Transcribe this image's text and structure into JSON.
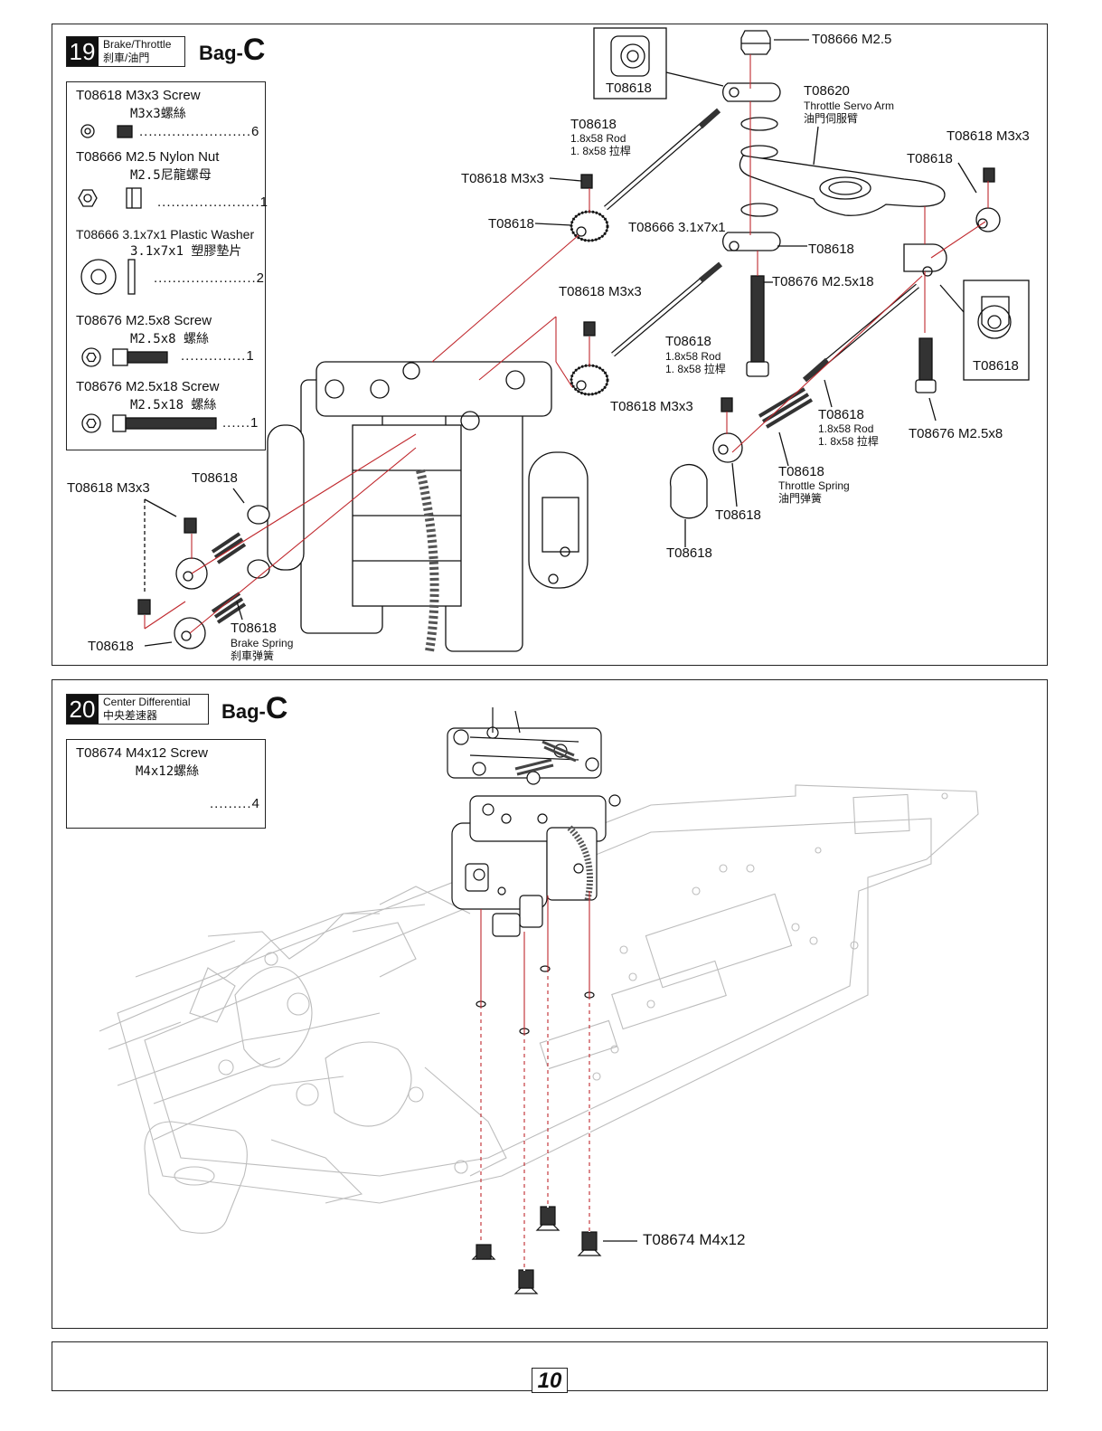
{
  "step19": {
    "number": "19",
    "title_en": "Brake/Throttle",
    "title_zh": "刹車/油門",
    "bag_prefix": "Bag-",
    "bag_letter": "C",
    "parts": [
      {
        "name": "T08618  M3x3 Screw",
        "zh": "M3x3螺絲",
        "qty": "........................6"
      },
      {
        "name": "T08666  M2.5 Nylon Nut",
        "zh": "M2.5尼龍螺母",
        "qty": "......................1"
      },
      {
        "name": "T08666  3.1x7x1 Plastic Washer",
        "zh": "3.1x7x1 塑膠墊片",
        "qty": "......................2"
      },
      {
        "name": "T08676  M2.5x8 Screw",
        "zh": "M2.5x8 螺絲",
        "qty": "..............1"
      },
      {
        "name": "T08676  M2.5x18 Screw",
        "zh": "M2.5x18 螺絲",
        "qty": "......1"
      }
    ],
    "callouts": {
      "inset_top": "T08618",
      "nut": "T08666  M2.5",
      "servo_arm_code": "T08620",
      "servo_arm_en": "Throttle Servo Arm",
      "servo_arm_zh": "油門伺服臂",
      "rod_top_code": "T08618",
      "rod_top_en": "1.8x58 Rod",
      "rod_top_zh": "1. 8x58  拉桿",
      "screw_right_top": "T08618 M3x3",
      "right_small": "T08618",
      "screw_mid_left": "T08618 M3x3",
      "collar_left": "T08618",
      "washer": "T08666 3.1x7x1",
      "mid_collar": "T08618",
      "screw_long": "T08676 M2.5x18",
      "screw_mid": "T08618 M3x3",
      "rod_mid_code": "T08618",
      "rod_mid_en": "1.8x58 Rod",
      "rod_mid_zh": "1. 8x58  拉桿",
      "inset_right": "T08618",
      "screw_lower": "T08618 M3x3",
      "rod_low_code": "T08618",
      "rod_low_en": "1.8x58 Rod",
      "rod_low_zh": "1. 8x58  拉桿",
      "screw_short": "T08676 M2.5x8",
      "spring_thr_code": "T08618",
      "spring_thr_en": "Throttle Spring",
      "spring_thr_zh": "油門弹簧",
      "collar_low": "T08618",
      "ball_low": "T08618",
      "left_screw": "T08618 M3x3",
      "left_washer": "T08618",
      "left_collar": "T08618",
      "brake_code": "T08618",
      "brake_en": "Brake Spring",
      "brake_zh": "刹車弹簧"
    }
  },
  "step20": {
    "number": "20",
    "title_en": "Center Differential",
    "title_zh": "中央差速器",
    "bag_prefix": "Bag-",
    "bag_letter": "C",
    "parts": [
      {
        "name": "T08674  M4x12 Screw",
        "zh": "M4x12螺絲",
        "qty": ".........4"
      }
    ],
    "callout": "T08674 M4x12"
  },
  "page_number": "10"
}
